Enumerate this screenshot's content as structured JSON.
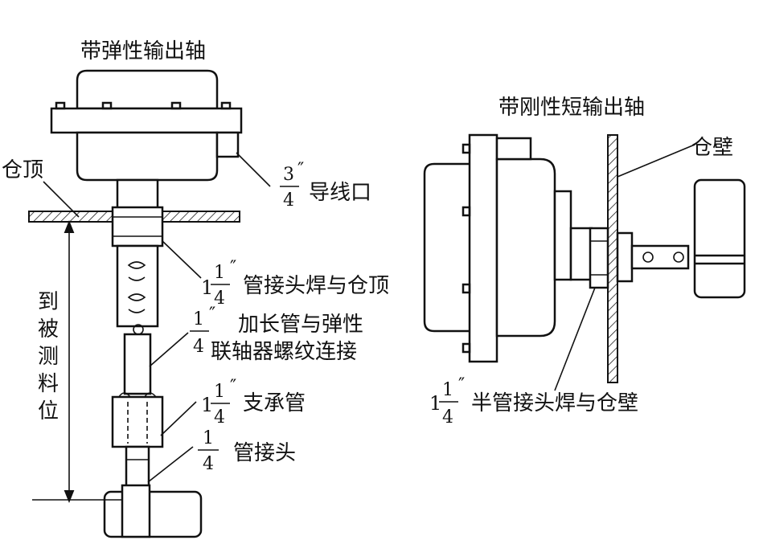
{
  "left_device": {
    "title": "带弹性输出轴",
    "roof_label": "仓顶",
    "conduit": {
      "num": "3",
      "den": "4",
      "mark": "″",
      "text": "导线口"
    },
    "pipe_joint": {
      "whole": "1",
      "num": "1",
      "den": "4",
      "mark": "″",
      "text": "管接头焊与仓顶"
    },
    "extension": {
      "num": "1",
      "den": "4",
      "mark": "″",
      "text": "加长管与弹性",
      "text2": "联轴器螺纹连接"
    },
    "support": {
      "whole": "1",
      "num": "1",
      "den": "4",
      "mark": "″",
      "text": "支承管"
    },
    "small_joint": {
      "num": "1",
      "den": "4",
      "text": "管接头"
    },
    "depth_label": [
      "到",
      "被",
      "测",
      "料",
      "位"
    ]
  },
  "right_device": {
    "title": "带刚性短输出轴",
    "wall_label": "仓壁",
    "half_joint": {
      "whole": "1",
      "num": "1",
      "den": "4",
      "mark": "″",
      "text": "半管接头焊与仓壁"
    }
  }
}
